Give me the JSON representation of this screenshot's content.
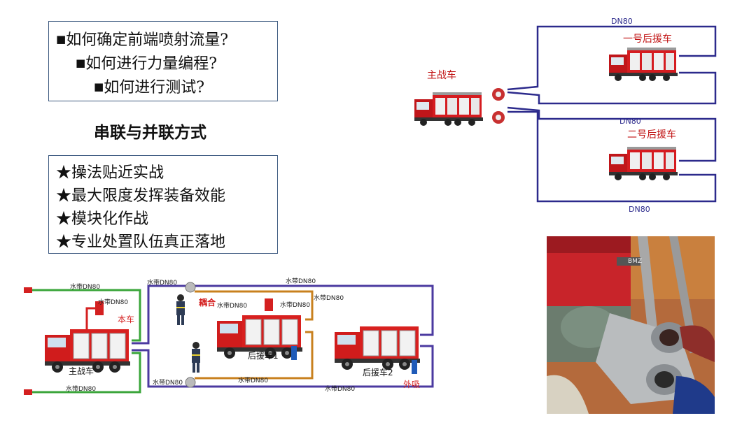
{
  "questions": [
    "如何确定前端喷射流量?",
    "如何进行力量编程?",
    "如何进行测试?"
  ],
  "question_bullet": "■",
  "heading": "串联与并联方式",
  "benefits": [
    "操法贴近实战",
    "最大限度发挥装备效能",
    "模块化作战",
    "专业处置队伍真正落地"
  ],
  "benefit_bullet": "★",
  "parallel_diagram": {
    "main_truck": "主战车",
    "support_1": "一号后援车",
    "support_2": "二号后援车",
    "hose_labels": [
      "DN80",
      "DN80",
      "DN80"
    ],
    "hose_color": "#2c2a8c"
  },
  "series_diagram": {
    "main_truck": "主战车",
    "self_label": "本车",
    "coupling_label": "耦合",
    "support_1": "后援车1",
    "support_2": "后援车2",
    "external_suction": "外吸",
    "hose_top_left": "水带DN80",
    "hose_bottom_left": "水带DN80",
    "hose_riser": "水带DN80",
    "hose_out_top": "水带DN80",
    "hose_out_bottom": "水带DN80",
    "hose_top_long": "水带DN80",
    "hose_top_right": "水带DN80",
    "hose_s1_top": "水带DN80",
    "hose_s1_top2": "水带DN80",
    "hose_bottom_mid": "水带DN80",
    "hose_bottom_right": "水带DN80",
    "colors": {
      "green": "#3aa53a",
      "purple": "#4b3aa0",
      "orange": "#c8801e",
      "red_label": "#d42020"
    }
  },
  "photo": {
    "plate_text": "BMZ"
  }
}
